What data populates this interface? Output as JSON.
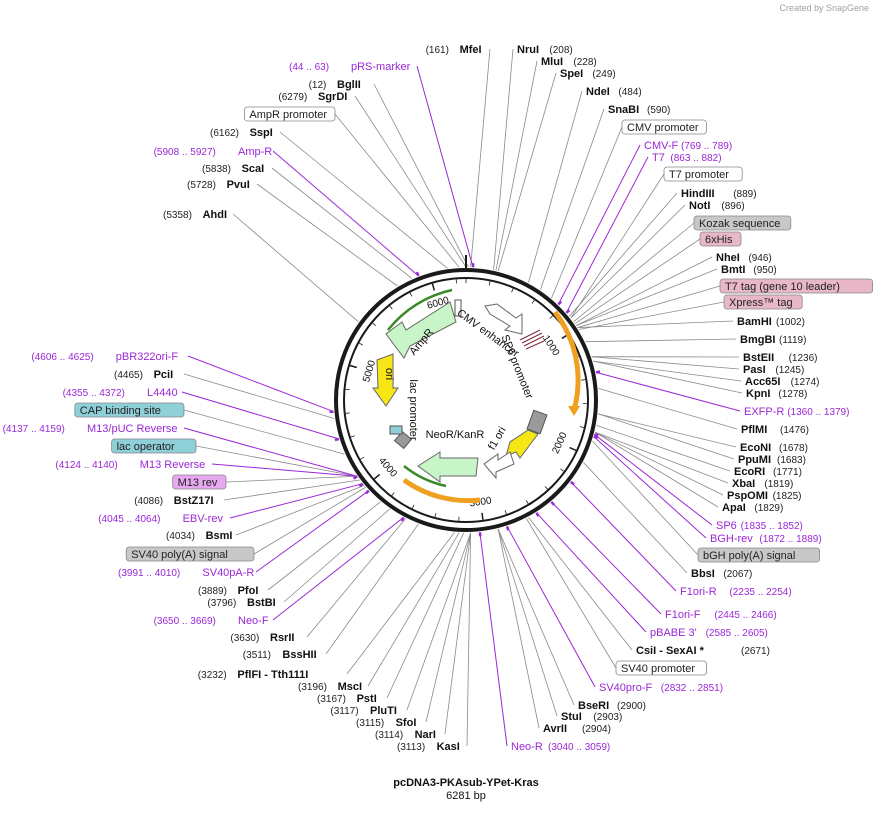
{
  "watermark": "Created by SnapGene",
  "map": {
    "title": "pcDNA3-PKAsub-YPet-Kras",
    "length": "6281 bp",
    "total_bp": 6281
  },
  "tick_labels": [
    "1000",
    "2000",
    "3000",
    "4000",
    "5000",
    "6000"
  ],
  "colors": {
    "backbone": "#1a1a1a",
    "primer": "#9b27d6",
    "feature_arrow": "#ffffff",
    "ori": "#f7e616",
    "ampr": "#c8f5c8",
    "orf_arc_orange": "#f0a020",
    "orf_arc_green": "#3a8a28",
    "label_box_border": "#888888",
    "kozak_bg": "#c8c8c8",
    "his_bg": "#e8b8c8",
    "cap_bg": "#8ecfd8",
    "m13rev_bg": "#e7a8f0"
  },
  "labels": [
    {
      "text": "MfeI",
      "pos": "(161)",
      "color": "#111",
      "kind": "enzyme"
    },
    {
      "text": "NruI",
      "pos": "(208)",
      "color": "#111",
      "kind": "enzyme"
    },
    {
      "text": "MluI",
      "pos": "(228)",
      "color": "#111",
      "kind": "enzyme"
    },
    {
      "text": "SpeI",
      "pos": "(249)",
      "color": "#111",
      "kind": "enzyme"
    },
    {
      "text": "NdeI",
      "pos": "(484)",
      "color": "#111",
      "kind": "enzyme"
    },
    {
      "text": "SnaBI",
      "pos": "(590)",
      "color": "#111",
      "kind": "enzyme"
    },
    {
      "text": "CMV promoter",
      "pos": "",
      "color": "#111",
      "kind": "feature-box"
    },
    {
      "text": "CMV-F",
      "pos": "(769 .. 789)",
      "color": "#9b27d6",
      "kind": "primer"
    },
    {
      "text": "T7",
      "pos": "(863 .. 882)",
      "color": "#9b27d6",
      "kind": "primer"
    },
    {
      "text": "T7 promoter",
      "pos": "",
      "color": "#111",
      "kind": "feature-box"
    },
    {
      "text": "HindIII",
      "pos": "(889)",
      "color": "#111",
      "kind": "enzyme"
    },
    {
      "text": "NotI",
      "pos": "(896)",
      "color": "#111",
      "kind": "enzyme"
    },
    {
      "text": "Kozak sequence",
      "pos": "",
      "color": "#111",
      "kind": "feature-box"
    },
    {
      "text": "6xHis",
      "pos": "",
      "color": "#111",
      "kind": "feature-box"
    },
    {
      "text": "NheI",
      "pos": "(946)",
      "color": "#111",
      "kind": "enzyme"
    },
    {
      "text": "BmtI",
      "pos": "(950)",
      "color": "#111",
      "kind": "enzyme"
    },
    {
      "text": "T7 tag (gene 10 leader)",
      "pos": "",
      "color": "#111",
      "kind": "feature-box"
    },
    {
      "text": "Xpress™ tag",
      "pos": "",
      "color": "#111",
      "kind": "feature-box"
    },
    {
      "text": "BamHI",
      "pos": "(1002)",
      "color": "#111",
      "kind": "enzyme"
    },
    {
      "text": "BmgBI",
      "pos": "(1119)",
      "color": "#111",
      "kind": "enzyme"
    },
    {
      "text": "BstEII",
      "pos": "(1236)",
      "color": "#111",
      "kind": "enzyme"
    },
    {
      "text": "PasI",
      "pos": "(1245)",
      "color": "#111",
      "kind": "enzyme"
    },
    {
      "text": "Acc65I",
      "pos": "(1274)",
      "color": "#111",
      "kind": "enzyme"
    },
    {
      "text": "KpnI",
      "pos": "(1278)",
      "color": "#111",
      "kind": "enzyme"
    },
    {
      "text": "EXFP-R",
      "pos": "(1360 .. 1379)",
      "color": "#9b27d6",
      "kind": "primer"
    },
    {
      "text": "PflMI",
      "pos": "(1476)",
      "color": "#111",
      "kind": "enzyme"
    },
    {
      "text": "EcoNI",
      "pos": "(1678)",
      "color": "#111",
      "kind": "enzyme"
    },
    {
      "text": "PpuMI",
      "pos": "(1683)",
      "color": "#111",
      "kind": "enzyme"
    },
    {
      "text": "EcoRI",
      "pos": "(1771)",
      "color": "#111",
      "kind": "enzyme"
    },
    {
      "text": "XbaI",
      "pos": "(1819)",
      "color": "#111",
      "kind": "enzyme"
    },
    {
      "text": "PspOMI",
      "pos": "(1825)",
      "color": "#111",
      "kind": "enzyme"
    },
    {
      "text": "ApaI",
      "pos": "(1829)",
      "color": "#111",
      "kind": "enzyme"
    },
    {
      "text": "SP6",
      "pos": "(1835 .. 1852)",
      "color": "#9b27d6",
      "kind": "primer"
    },
    {
      "text": "BGH-rev",
      "pos": "(1872 .. 1889)",
      "color": "#9b27d6",
      "kind": "primer"
    },
    {
      "text": "bGH poly(A) signal",
      "pos": "",
      "color": "#111",
      "kind": "feature-box"
    },
    {
      "text": "BbsI",
      "pos": "(2067)",
      "color": "#111",
      "kind": "enzyme"
    },
    {
      "text": "F1ori-R",
      "pos": "(2235 .. 2254)",
      "color": "#9b27d6",
      "kind": "primer"
    },
    {
      "text": "F1ori-F",
      "pos": "(2445 .. 2466)",
      "color": "#9b27d6",
      "kind": "primer"
    },
    {
      "text": "pBABE 3'",
      "pos": "(2585 .. 2605)",
      "color": "#9b27d6",
      "kind": "primer"
    },
    {
      "text": "CsiI  - SexAI *",
      "pos": "(2671)",
      "color": "#111",
      "kind": "enzyme"
    },
    {
      "text": "SV40 promoter",
      "pos": "",
      "color": "#111",
      "kind": "feature-box"
    },
    {
      "text": "SV40pro-F",
      "pos": "(2832 .. 2851)",
      "color": "#9b27d6",
      "kind": "primer"
    },
    {
      "text": "BseRI",
      "pos": "(2900)",
      "color": "#111",
      "kind": "enzyme"
    },
    {
      "text": "StuI",
      "pos": "(2903)",
      "color": "#111",
      "kind": "enzyme"
    },
    {
      "text": "AvrII",
      "pos": "(2904)",
      "color": "#111",
      "kind": "enzyme"
    },
    {
      "text": "Neo-R",
      "pos": "(3040 .. 3059)",
      "color": "#9b27d6",
      "kind": "primer"
    },
    {
      "text": "KasI",
      "pos": "(3113)",
      "color": "#111",
      "kind": "enzyme"
    },
    {
      "text": "NarI",
      "pos": "(3114)",
      "color": "#111",
      "kind": "enzyme"
    },
    {
      "text": "SfoI",
      "pos": "(3115)",
      "color": "#111",
      "kind": "enzyme"
    },
    {
      "text": "PluTI",
      "pos": "(3117)",
      "color": "#111",
      "kind": "enzyme"
    },
    {
      "text": "PstI",
      "pos": "(3167)",
      "color": "#111",
      "kind": "enzyme"
    },
    {
      "text": "MscI",
      "pos": "(3196)",
      "color": "#111",
      "kind": "enzyme"
    },
    {
      "text": "PflFI  - Tth111I",
      "pos": "(3232)",
      "color": "#111",
      "kind": "enzyme"
    },
    {
      "text": "BssHII",
      "pos": "(3511)",
      "color": "#111",
      "kind": "enzyme"
    },
    {
      "text": "RsrII",
      "pos": "(3630)",
      "color": "#111",
      "kind": "enzyme"
    },
    {
      "text": "Neo-F",
      "pos": "(3650 .. 3669)",
      "color": "#9b27d6",
      "kind": "primer"
    },
    {
      "text": "BstBI",
      "pos": "(3796)",
      "color": "#111",
      "kind": "enzyme"
    },
    {
      "text": "PfoI",
      "pos": "(3889)",
      "color": "#111",
      "kind": "enzyme"
    },
    {
      "text": "SV40pA-R",
      "pos": "(3991 .. 4010)",
      "color": "#9b27d6",
      "kind": "primer"
    },
    {
      "text": "SV40 poly(A) signal",
      "pos": "",
      "color": "#111",
      "kind": "feature-box"
    },
    {
      "text": "BsmI",
      "pos": "(4034)",
      "color": "#111",
      "kind": "enzyme"
    },
    {
      "text": "EBV-rev",
      "pos": "(4045 .. 4064)",
      "color": "#9b27d6",
      "kind": "primer"
    },
    {
      "text": "BstZ17I",
      "pos": "(4086)",
      "color": "#111",
      "kind": "enzyme"
    },
    {
      "text": "M13 rev",
      "pos": "",
      "color": "#111",
      "kind": "feature-box"
    },
    {
      "text": "M13 Reverse",
      "pos": "(4124 .. 4140)",
      "color": "#9b27d6",
      "kind": "primer"
    },
    {
      "text": "lac operator",
      "pos": "",
      "color": "#111",
      "kind": "feature-box"
    },
    {
      "text": "M13/pUC Reverse",
      "pos": "(4137 .. 4159)",
      "color": "#9b27d6",
      "kind": "primer"
    },
    {
      "text": "CAP binding site",
      "pos": "",
      "color": "#111",
      "kind": "feature-box"
    },
    {
      "text": "L4440",
      "pos": "(4355 .. 4372)",
      "color": "#9b27d6",
      "kind": "primer"
    },
    {
      "text": "PciI",
      "pos": "(4465)",
      "color": "#111",
      "kind": "enzyme"
    },
    {
      "text": "pBR322ori-F",
      "pos": "(4606 .. 4625)",
      "color": "#9b27d6",
      "kind": "primer"
    },
    {
      "text": "AhdI",
      "pos": "(5358)",
      "color": "#111",
      "kind": "enzyme"
    },
    {
      "text": "PvuI",
      "pos": "(5728)",
      "color": "#111",
      "kind": "enzyme"
    },
    {
      "text": "ScaI",
      "pos": "(5838)",
      "color": "#111",
      "kind": "enzyme"
    },
    {
      "text": "Amp-R",
      "pos": "(5908 .. 5927)",
      "color": "#9b27d6",
      "kind": "primer"
    },
    {
      "text": "SspI",
      "pos": "(6162)",
      "color": "#111",
      "kind": "enzyme"
    },
    {
      "text": "AmpR promoter",
      "pos": "",
      "color": "#111",
      "kind": "feature-box"
    },
    {
      "text": "SgrDI",
      "pos": "(6279)",
      "color": "#111",
      "kind": "enzyme"
    },
    {
      "text": "BglII",
      "pos": "(12)",
      "color": "#111",
      "kind": "enzyme"
    },
    {
      "text": "pRS-marker",
      "pos": "(44 .. 63)",
      "color": "#9b27d6",
      "kind": "primer"
    }
  ],
  "inner_features": [
    {
      "text": "CMV enhancer"
    },
    {
      "text": "SP6 promoter"
    },
    {
      "text": "f1 ori"
    },
    {
      "text": "NeoR/KanR"
    },
    {
      "text": "lac promoter"
    },
    {
      "text": "ori"
    },
    {
      "text": "AmpR"
    }
  ]
}
